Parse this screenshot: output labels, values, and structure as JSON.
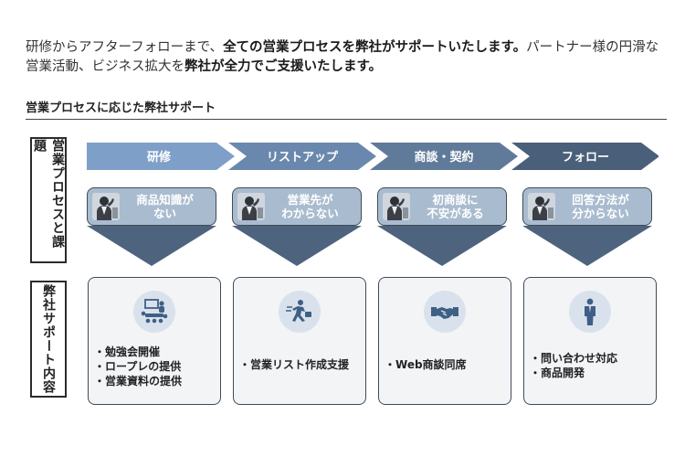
{
  "intro": {
    "part1": "研修からアフターフォローまで、",
    "part2_bold": "全ての営業プロセスを弊社がサポートいたします。",
    "part3": "パートナー様の円滑な営業活動、ビジネス拡大を",
    "part4_bold": "弊社が全力でご支援いたします。"
  },
  "section_title": "営業プロセスに応じた弊社サポート",
  "side_labels": {
    "process": "営業プロセスと課題",
    "support": "弊社サポート内容"
  },
  "colors": {
    "stage1": "#7e9fc8",
    "stage2": "#6a88ad",
    "stage3": "#607a99",
    "stage4": "#4a5f79",
    "problem_fill": "#a9bccf",
    "triangle": "#4e637e",
    "icon_circle": "#d9e2ec",
    "icon_color": "#3f5f86"
  },
  "stages": [
    {
      "label": "研修"
    },
    {
      "label": "リストアップ"
    },
    {
      "label": "商談・契約"
    },
    {
      "label": "フォロー"
    }
  ],
  "problems": [
    {
      "text": "商品知識が\nない"
    },
    {
      "text": "営業先が\nわからない"
    },
    {
      "text": "初商談に\n不安がある"
    },
    {
      "text": "回答方法が\n分からない"
    }
  ],
  "supports": [
    {
      "icon": "meeting-icon",
      "items": [
        "勉強会開催",
        "ロープレの提供",
        "営業資料の提供"
      ]
    },
    {
      "icon": "running-person-icon",
      "items": [
        "営業リスト作成支援"
      ]
    },
    {
      "icon": "handshake-icon",
      "items": [
        "Web商談同席"
      ]
    },
    {
      "icon": "person-standing-icon",
      "items": [
        "問い合わせ対応",
        "商品開発"
      ]
    }
  ]
}
